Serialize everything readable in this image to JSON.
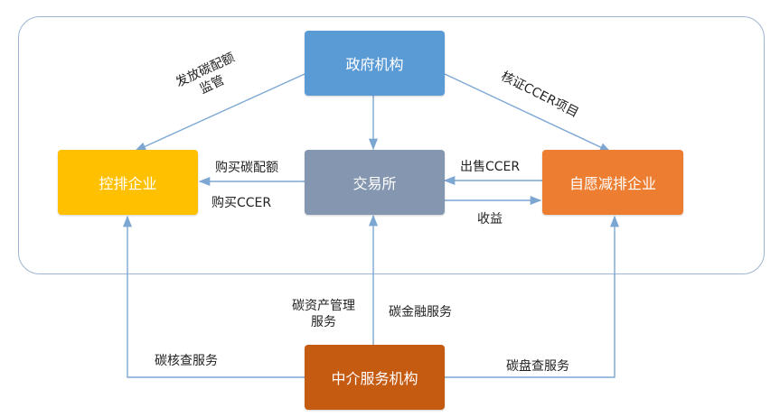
{
  "colors": {
    "government": "#5b9bd5",
    "exchange": "#8496b0",
    "controlled": "#ffc000",
    "voluntary": "#ed7d31",
    "intermediary": "#c55a11",
    "arrow": "#7da7d3",
    "frame": "#9fb4d0"
  },
  "nodes": {
    "government": "政府机构",
    "exchange": "交易所",
    "controlled": "控排企业",
    "voluntary": "自愿减排企业",
    "intermediary": "中介服务机构"
  },
  "edges": {
    "issue_supervise_line1": "发放碳配额",
    "issue_supervise_line2": "监管",
    "verify_ccer": "核证CCER项目",
    "buy_quota": "购买碳配额",
    "buy_ccer": "购买CCER",
    "sell_ccer": "出售CCER",
    "revenue": "收益",
    "asset_mgmt_line1": "碳资产管理",
    "asset_mgmt_line2": "服务",
    "finance_service": "碳金融服务",
    "verification_service": "碳核查服务",
    "inventory_service": "碳盘查服务"
  }
}
